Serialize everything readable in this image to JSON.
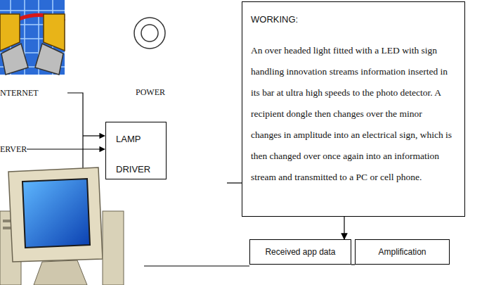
{
  "diagram": {
    "nodes": [
      {
        "text": [
          "LAMP DRIVER"
        ]
      },
      {
        "text": [
          "WORKING:",
          "An over headed light fitted with a LED with sign handling innovation streams information inserted in its bar at ultra high speeds to the photo detector. A recipient dongle then changes over the minor changes in amplitude into an electrical sign, which is then changed over once again into an information stream and transmitted to a PC or cell phone."
        ]
      },
      {
        "text": [
          "Received app data"
        ]
      },
      {
        "text": [
          "Amplification"
        ]
      }
    ],
    "edges": [
      {
        "from": 1,
        "to": 2,
        "arrow": "to"
      }
    ],
    "labels": [
      "NTERNET",
      "POWER",
      "ERVER"
    ]
  }
}
